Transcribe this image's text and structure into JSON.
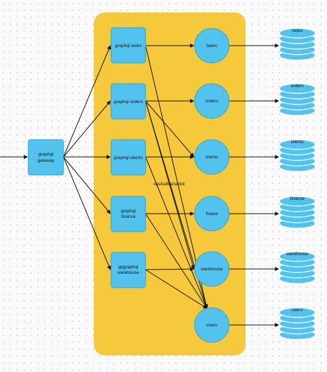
{
  "colors": {
    "background": "#fafafa",
    "container": "#f6c93d",
    "node_fill": "#52c3ef",
    "node_stroke": "#2aa4d6",
    "db_fill": "#52c3ef",
    "db_stroke": "#ffffff",
    "edge": "#111111"
  },
  "gateway": {
    "label_line1": "graphql",
    "label_line2": "gateway"
  },
  "graphql_services": [
    {
      "line1": "graphql tasks",
      "line2": ""
    },
    {
      "line1": "graphql orders",
      "line2": ""
    },
    {
      "line1": "graphql clients",
      "line2": ""
    },
    {
      "line1": "graphql",
      "line2": "finance"
    },
    {
      "line1": "gqgraphql",
      "line2": "warehouse"
    }
  ],
  "services": [
    "tasks",
    "orders",
    "clients",
    "finace",
    "warehouse",
    "users"
  ],
  "databases": [
    "tasks",
    "orders",
    "clients",
    "finance",
    "warehouse",
    "users"
  ],
  "message_bus_label": "sqs/kafka/rabbit"
}
